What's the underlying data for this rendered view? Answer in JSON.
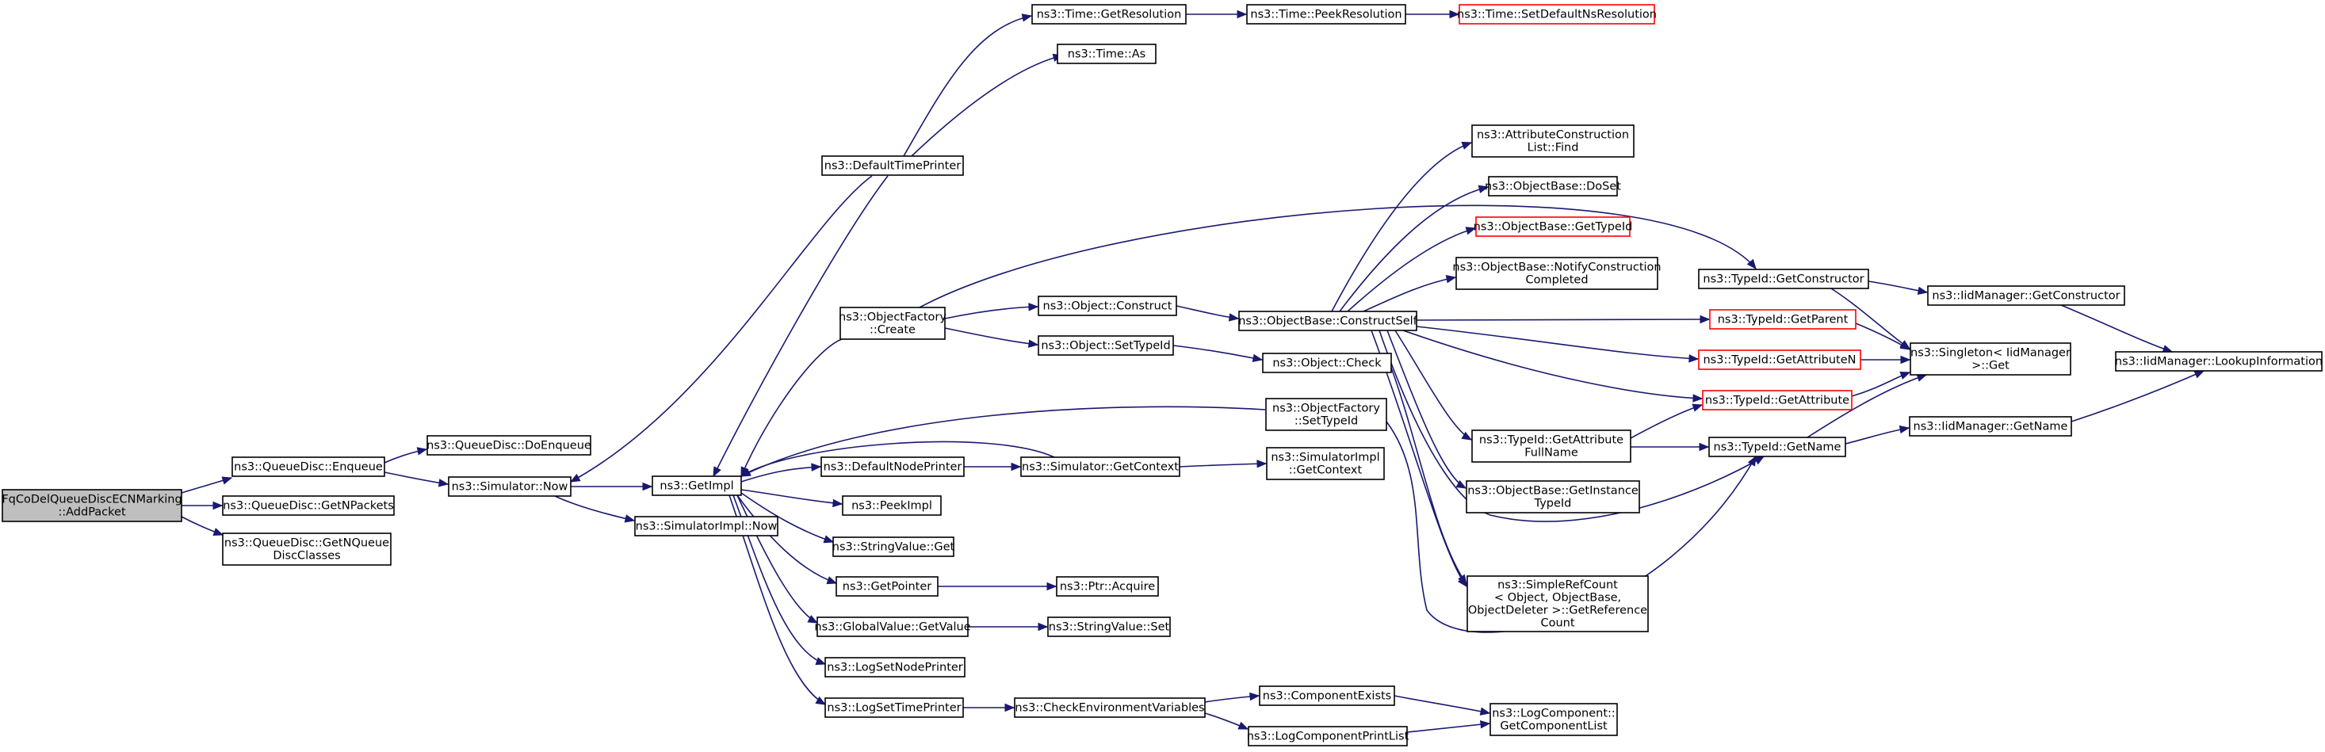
{
  "nodes": {
    "addpacket": [
      "FqCoDelQueueDiscECNMarking",
      "::AddPacket"
    ],
    "enqueue": [
      "ns3::QueueDisc::Enqueue"
    ],
    "getnpackets": [
      "ns3::QueueDisc::GetNPackets"
    ],
    "getnqueue": [
      "ns3::QueueDisc::GetNQueue",
      "DiscClasses"
    ],
    "doenqueue": [
      "ns3::QueueDisc::DoEnqueue"
    ],
    "simnow": [
      "ns3::Simulator::Now"
    ],
    "getimpl": [
      "ns3::GetImpl"
    ],
    "simimplnow": [
      "ns3::SimulatorImpl::Now"
    ],
    "defaulttimeprinter": [
      "ns3::DefaultTimePrinter"
    ],
    "getresolution": [
      "ns3::Time::GetResolution"
    ],
    "timeas": [
      "ns3::Time::As"
    ],
    "peekresolution": [
      "ns3::Time::PeekResolution"
    ],
    "setdefaultns": [
      "ns3::Time::SetDefaultNsResolution"
    ],
    "ofcreate": [
      "ns3::ObjectFactory",
      "::Create"
    ],
    "objconstruct": [
      "ns3::Object::Construct"
    ],
    "objsettypeid": [
      "ns3::Object::SetTypeId"
    ],
    "constructself": [
      "ns3::ObjectBase::ConstructSelf"
    ],
    "objcheck": [
      "ns3::Object::Check"
    ],
    "ofsettypeid": [
      "ns3::ObjectFactory",
      "::SetTypeId"
    ],
    "defaultnodeprinter": [
      "ns3::DefaultNodePrinter"
    ],
    "simgetcontext": [
      "ns3::Simulator::GetContext"
    ],
    "simimplgetcontext": [
      "ns3::SimulatorImpl",
      "::GetContext"
    ],
    "peekimpl": [
      "ns3::PeekImpl"
    ],
    "stringvalueget": [
      "ns3::StringValue::Get"
    ],
    "getpointer": [
      "ns3::GetPointer"
    ],
    "ptracquire": [
      "ns3::Ptr::Acquire"
    ],
    "globalvalueget": [
      "ns3::GlobalValue::GetValue"
    ],
    "stringvalueset": [
      "ns3::StringValue::Set"
    ],
    "logsetnodeprinter": [
      "ns3::LogSetNodePrinter"
    ],
    "logsettimeprinter": [
      "ns3::LogSetTimePrinter"
    ],
    "checkenv": [
      "ns3::CheckEnvironmentVariables"
    ],
    "componentexists": [
      "ns3::ComponentExists"
    ],
    "logcompprintlist": [
      "ns3::LogComponentPrintList"
    ],
    "getcomponentlist": [
      "ns3::LogComponent::",
      "GetComponentList"
    ],
    "attrconstfind": [
      "ns3::AttributeConstruction",
      "List::Find"
    ],
    "objbasedoset": [
      "ns3::ObjectBase::DoSet"
    ],
    "objbasegettypeid": [
      "ns3::ObjectBase::GetTypeId"
    ],
    "notifyconstruction": [
      "ns3::ObjectBase::NotifyConstruction",
      "Completed"
    ],
    "typeidgetconstructor": [
      "ns3::TypeId::GetConstructor"
    ],
    "iidgetconstructor": [
      "ns3::IidManager::GetConstructor"
    ],
    "singletonget": [
      "ns3::Singleton< IidManager",
      ">::Get"
    ],
    "typeidgetparent": [
      "ns3::TypeId::GetParent"
    ],
    "typeidgetattributen": [
      "ns3::TypeId::GetAttributeN"
    ],
    "typeidgetattribute": [
      "ns3::TypeId::GetAttribute"
    ],
    "typeidgetattrfullname": [
      "ns3::TypeId::GetAttribute",
      "FullName"
    ],
    "typeidgetname": [
      "ns3::TypeId::GetName"
    ],
    "iidgetname": [
      "ns3::IidManager::GetName"
    ],
    "iidlookup": [
      "ns3::IidManager::LookupInformation"
    ],
    "getinstancetypeid": [
      "ns3::ObjectBase::GetInstance",
      "TypeId"
    ],
    "simplerefcount": [
      "ns3::SimpleRefCount",
      "< Object, ObjectBase,",
      "ObjectDeleter >::GetReference",
      "Count"
    ]
  }
}
